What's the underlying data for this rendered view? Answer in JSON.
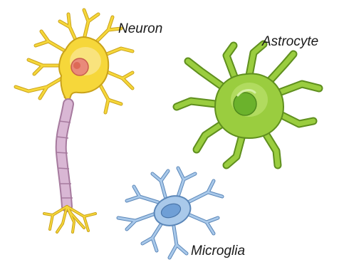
{
  "labels": {
    "neuron": "Neuron",
    "astrocyte": "Astrocyte",
    "microglia": "Microglia"
  },
  "colors": {
    "neuron_body": "#f6d73a",
    "neuron_outline": "#c9a21a",
    "nucleus": "#e98a7a",
    "axon": "#d9b7d4",
    "axon_outline": "#a67a9e",
    "astrocyte_body": "#9acd3f",
    "astrocyte_outline": "#5f8f1e",
    "astrocyte_nucleus": "#6bb22c",
    "microglia_body": "#a9c9ea",
    "microglia_outline": "#5a86b8",
    "microglia_nucleus": "#6f9fd6"
  }
}
